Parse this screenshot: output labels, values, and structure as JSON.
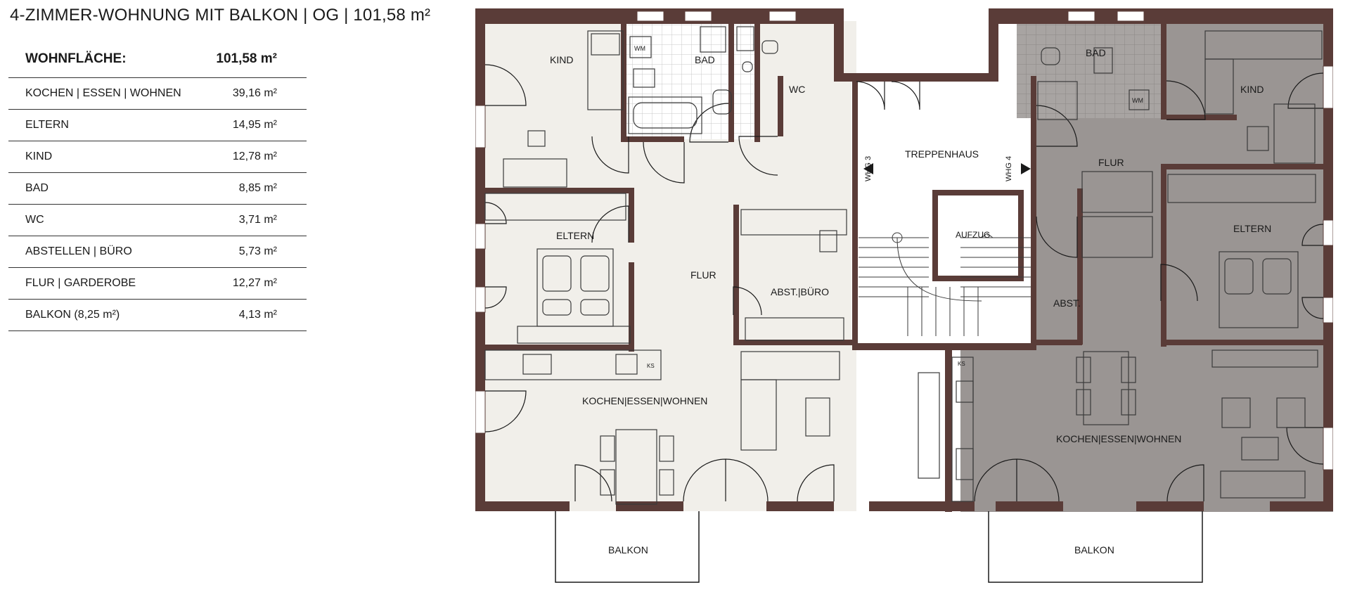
{
  "title": "4-ZIMMER-WOHNUNG MIT BALKON | OG | 101,58 m²",
  "summary": {
    "label": "WOHNFLÄCHE:",
    "value": "101,58 m²"
  },
  "rooms": [
    {
      "name": "KOCHEN | ESSEN | WOHNEN",
      "area": "39,16 m²"
    },
    {
      "name": "ELTERN",
      "area": "14,95 m²"
    },
    {
      "name": "KIND",
      "area": "12,78 m²"
    },
    {
      "name": "BAD",
      "area": "8,85 m²"
    },
    {
      "name": "WC",
      "area": "3,71 m²"
    },
    {
      "name": "ABSTELLEN | BÜRO",
      "area": "5,73 m²"
    },
    {
      "name": "FLUR | GARDEROBE",
      "area": "12,27 m²"
    },
    {
      "name": "BALKON (8,25 m²)",
      "area": "4,13 m²"
    }
  ],
  "plan_labels": {
    "kind_left": "KIND",
    "bad_left": "BAD",
    "wc": "WC",
    "eltern_left": "ELTERN",
    "flur_left": "FLUR",
    "abst_buero": "ABST.|BÜRO",
    "kochen_left": "KOCHEN|ESSEN|WOHNEN",
    "treppenhaus": "TREPPENHAUS",
    "whg3": "WHG 3",
    "whg4": "WHG 4",
    "aufzug": "AUFZUG",
    "bad_right": "BAD",
    "kind_right": "KIND",
    "flur_right": "FLUR",
    "eltern_right": "ELTERN",
    "abst": "ABST.",
    "kochen_right": "KOCHEN|ESSEN|WOHNEN",
    "balkon_left": "BALKON",
    "balkon_right": "BALKON",
    "wm": "WM",
    "ks": "KS"
  },
  "colors": {
    "wall": "#5a3c38",
    "floor_left": "#f1efea",
    "floor_right": "#9a9593",
    "floor_right_light": "#aca8a6",
    "tile": "#ffffff"
  }
}
